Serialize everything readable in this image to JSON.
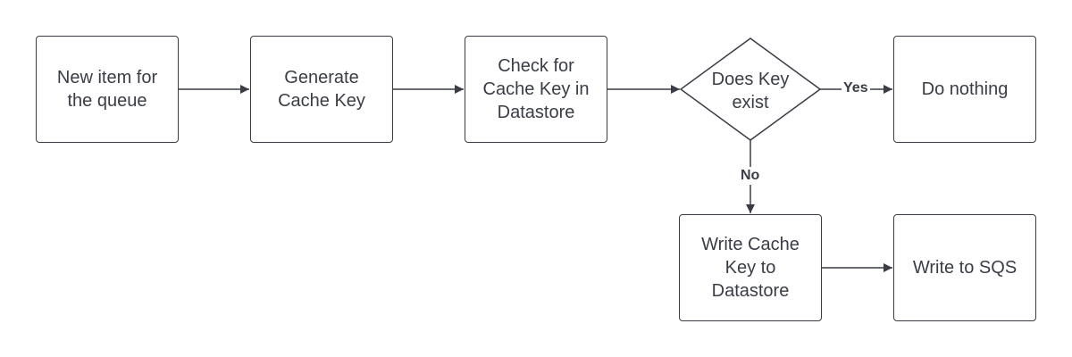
{
  "nodes": {
    "new_item": "New item for\nthe queue",
    "generate_key": "Generate\nCache Key",
    "check_key": "Check for\nCache Key in\nDatastore",
    "decision": "Does Key\nexist",
    "do_nothing": "Do nothing",
    "write_key": "Write Cache\nKey to\nDatastore",
    "write_sqs": "Write to SQS"
  },
  "edges": {
    "yes_label": "Yes",
    "no_label": "No"
  },
  "colors": {
    "stroke": "#3a3d45",
    "background": "#ffffff"
  }
}
